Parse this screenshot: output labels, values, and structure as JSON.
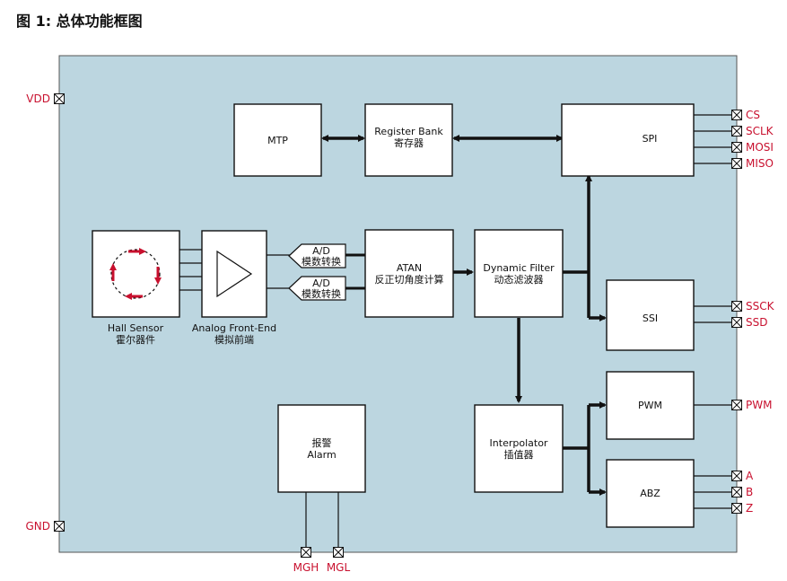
{
  "title": "图 1: 总体功能框图",
  "blocks": {
    "mtp": "MTP",
    "register_bank": [
      "Register Bank",
      "寄存器"
    ],
    "spi": "SPI",
    "ssi": "SSI",
    "pwm": "PWM",
    "abz": "ABZ",
    "atan": [
      "ATAN",
      "反正切角度计算"
    ],
    "dynamic_filter": [
      "Dynamic Filter",
      "动态滤波器"
    ],
    "interpolator": [
      "Interpolator",
      "插值器"
    ],
    "alarm": [
      "报警",
      "Alarm"
    ],
    "ad1": [
      "A/D",
      "模数转换"
    ],
    "ad2": [
      "A/D",
      "模数转换"
    ],
    "hall_sensor": [
      "Hall Sensor",
      "霍尔器件"
    ],
    "afe": [
      "Analog Front-End",
      "模拟前端"
    ]
  },
  "pins": {
    "vdd": "VDD",
    "gnd": "GND",
    "cs": "CS",
    "sclk": "SCLK",
    "mosi": "MOSI",
    "miso": "MISO",
    "ssck": "SSCK",
    "ssd": "SSD",
    "pwm": "PWM",
    "a": "A",
    "b": "B",
    "z": "Z",
    "mgh": "MGH",
    "mgl": "MGL"
  },
  "colors": {
    "chip_bg": "#bcd6e0",
    "pin_text": "#c8102e",
    "hall_arrow": "#c8102e"
  }
}
